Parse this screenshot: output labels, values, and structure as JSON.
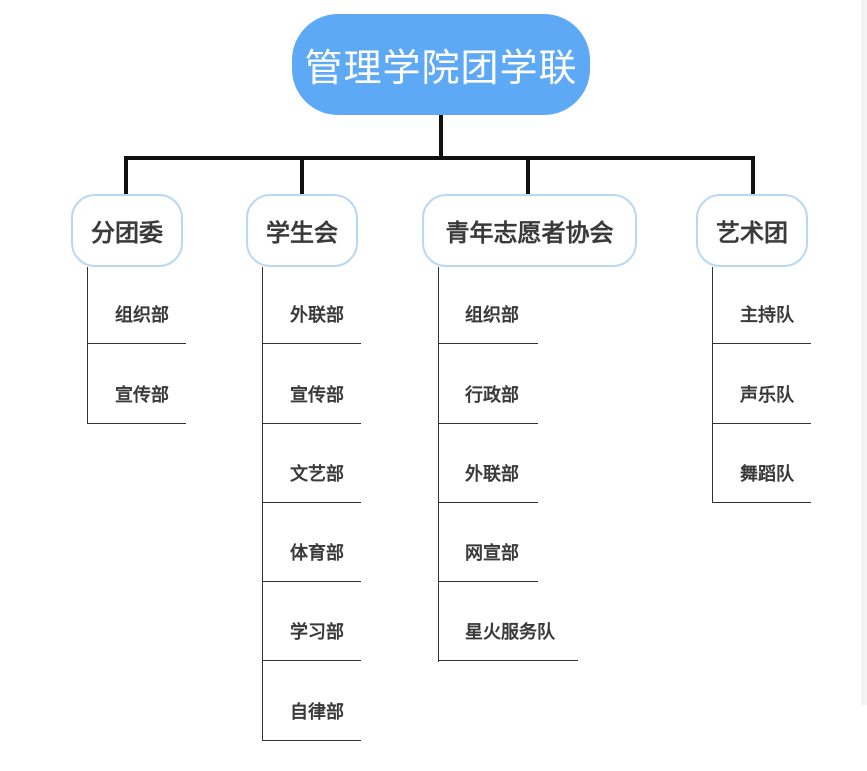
{
  "root": {
    "label": "管理学院团学联"
  },
  "groups": [
    {
      "label": "分团委",
      "items": [
        "组织部",
        "宣传部"
      ]
    },
    {
      "label": "学生会",
      "items": [
        "外联部",
        "宣传部",
        "文艺部",
        "体育部",
        "学习部",
        "自律部"
      ]
    },
    {
      "label": "青年志愿者协会",
      "items": [
        "组织部",
        "行政部",
        "外联部",
        "网宣部",
        "星火服务队"
      ]
    },
    {
      "label": "艺术团",
      "items": [
        "主持队",
        "声乐队",
        "舞蹈队"
      ]
    }
  ],
  "colors": {
    "root_fill": "#5ea9f5",
    "group_border": "#b9d8f6",
    "line": "#111111"
  }
}
